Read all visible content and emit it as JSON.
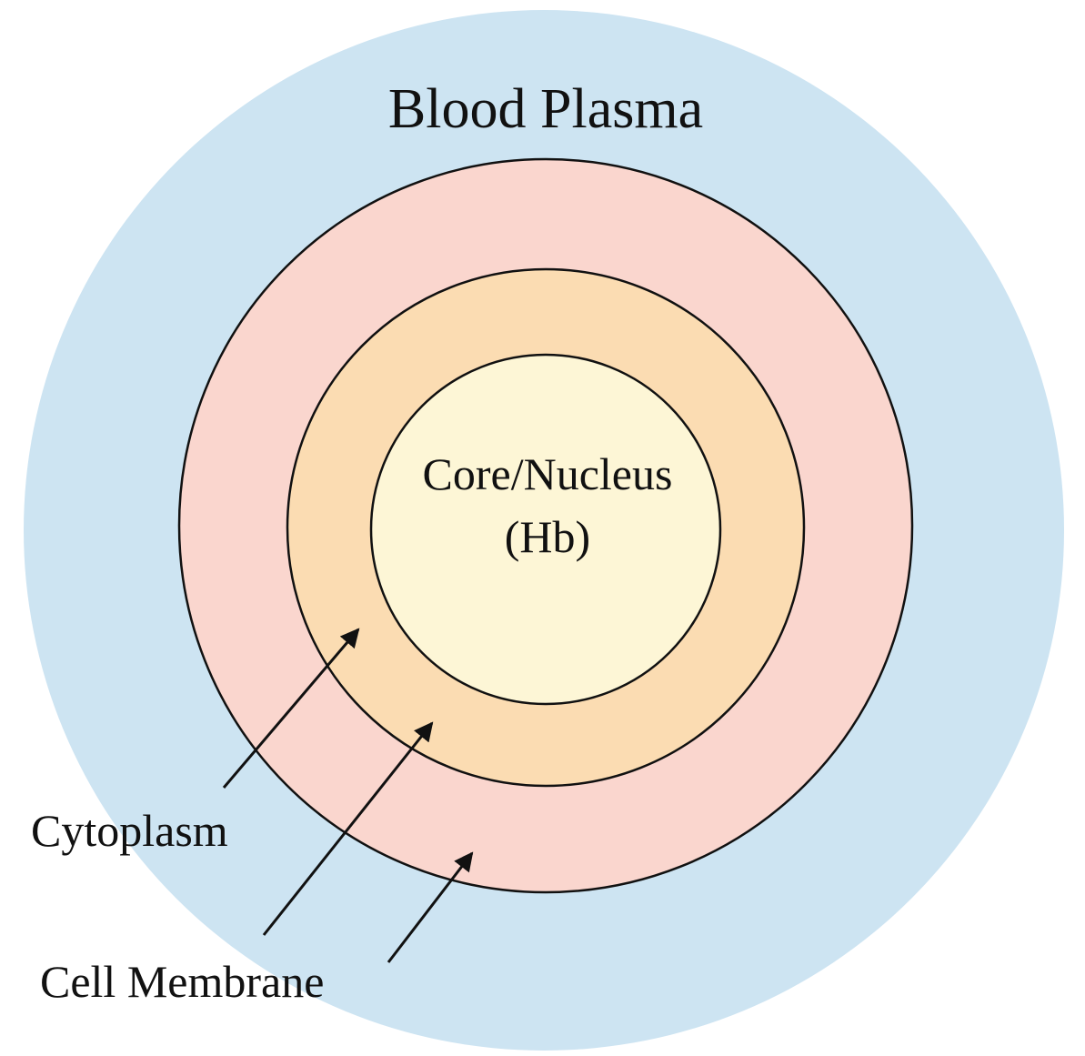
{
  "labels": {
    "outer": "Blood Plasma",
    "core_line1": "Core/Nucleus",
    "core_line2": "(Hb)",
    "cytoplasm": "Cytoplasm",
    "cell_membrane": "Cell Membrane"
  },
  "colors": {
    "blood_plasma": "#cde4f2",
    "cell_membrane_ring": "#fad6ce",
    "cytoplasm_ring": "#fbdcb2",
    "core": "#fdf6d6",
    "stroke": "#111111"
  }
}
